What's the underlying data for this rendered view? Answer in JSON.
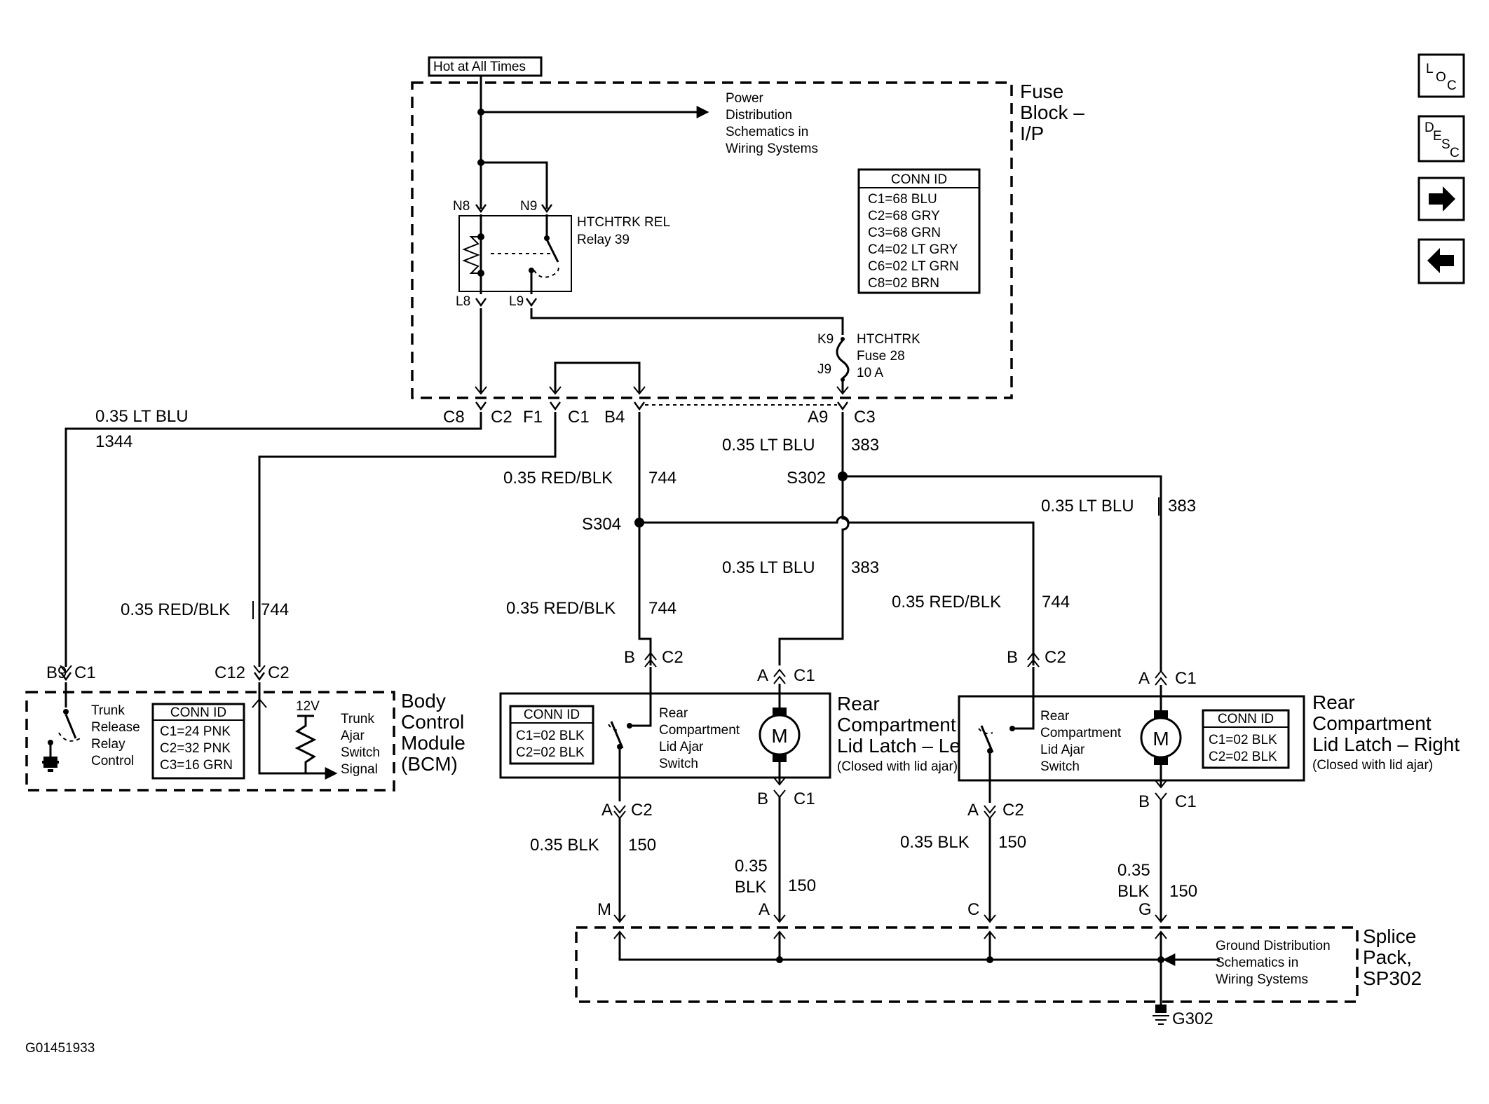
{
  "fuse_block": {
    "hot_label": "Hot at All Times",
    "power_ref": [
      "Power",
      "Distribution",
      "Schematics in",
      "Wiring Systems"
    ],
    "title": [
      "Fuse",
      "Block –",
      "I/P"
    ],
    "relay_name": "HTCHTRK REL",
    "relay_num": "Relay 39",
    "pins": {
      "n8": "N8",
      "n9": "N9",
      "l8": "L8",
      "l9": "L9",
      "k9": "K9",
      "j9": "J9"
    },
    "fuse_name": "HTCHTRK",
    "fuse_num": "Fuse 28",
    "fuse_amp": "10 A",
    "conn_title": "CONN ID",
    "conn_rows": [
      "C1=68 BLU",
      "C2=68 GRY",
      "C3=68 GRN",
      "C4=02 LT GRY",
      "C6=02 LT GRN",
      "C8=02 BRN"
    ]
  },
  "bottom_connectors": {
    "c8": "C8",
    "c2": "C2",
    "f1": "F1",
    "c1": "C1",
    "b4": "B4",
    "a9": "A9",
    "c3": "C3"
  },
  "wires": {
    "lt_blu_1344_color": "0.35 LT BLU",
    "lt_blu_1344_circuit": "1344",
    "red_blk_bcm_color": "0.35 RED/BLK",
    "red_blk_bcm_circuit": "744",
    "red_blk_top_color": "0.35 RED/BLK",
    "red_blk_top_circuit": "744",
    "lt_blu_top_color": "0.35 LT BLU",
    "lt_blu_top_circuit": "383",
    "lt_blu_right_color": "0.35 LT BLU",
    "lt_blu_right_circuit": "383",
    "lt_blu_mid_color": "0.35 LT BLU",
    "lt_blu_mid_circuit": "383",
    "red_blk_left_color": "0.35 RED/BLK",
    "red_blk_left_circuit": "744",
    "red_blk_right_color": "0.35 RED/BLK",
    "red_blk_right_circuit": "744",
    "blk_ll_color": "0.35 BLK",
    "blk_ll_circuit": "150",
    "blk_lr_size": "0.35",
    "blk_lr_color": "BLK",
    "blk_lr_circuit": "150",
    "blk_rl_color": "0.35 BLK",
    "blk_rl_circuit": "150",
    "blk_rr_size": "0.35",
    "blk_rr_color": "BLK",
    "blk_rr_circuit": "150"
  },
  "splices": {
    "s302": "S302",
    "s304": "S304"
  },
  "bcm": {
    "title": [
      "Body",
      "Control",
      "Module",
      "(BCM)"
    ],
    "pin_b9": "B9",
    "conn_b9": "C1",
    "pin_c12": "C12",
    "conn_c12": "C2",
    "trunk_release": [
      "Trunk",
      "Release",
      "Relay",
      "Control"
    ],
    "conn_title": "CONN ID",
    "conn_rows": [
      "C1=24 PNK",
      "C2=32 PNK",
      "C3=16 GRN"
    ],
    "voltage": "12V",
    "ajar_signal": [
      "Trunk",
      "Ajar",
      "Switch",
      "Signal"
    ]
  },
  "latch_left": {
    "title": [
      "Rear",
      "Compartment",
      "Lid Latch – Left"
    ],
    "note": "(Closed with lid ajar)",
    "switch_label": [
      "Rear",
      "Compartment",
      "Lid Ajar",
      "Switch"
    ],
    "conn_title": "CONN ID",
    "conn_rows": [
      "C1=02 BLK",
      "C2=02 BLK"
    ],
    "motor": "M",
    "pin_b_top": "B",
    "conn_b_top": "C2",
    "pin_a_top": "A",
    "conn_a_top": "C1",
    "pin_a_bot": "A",
    "conn_a_bot": "C2",
    "pin_b_bot": "B",
    "conn_b_bot": "C1"
  },
  "latch_right": {
    "title": [
      "Rear",
      "Compartment",
      "Lid Latch – Right"
    ],
    "note": "(Closed with lid ajar)",
    "switch_label": [
      "Rear",
      "Compartment",
      "Lid Ajar",
      "Switch"
    ],
    "conn_title": "CONN ID",
    "conn_rows": [
      "C1=02 BLK",
      "C2=02 BLK"
    ],
    "motor": "M",
    "pin_b_top": "B",
    "conn_b_top": "C2",
    "pin_a_top": "A",
    "conn_a_top": "C1",
    "pin_a_bot": "A",
    "conn_a_bot": "C2",
    "pin_b_bot": "B",
    "conn_b_bot": "C1"
  },
  "splice_pack": {
    "title": [
      "Splice",
      "Pack,",
      "SP302"
    ],
    "pins": {
      "m": "M",
      "a": "A",
      "c": "C",
      "g": "G"
    },
    "ground_ref": [
      "Ground Distribution",
      "Schematics in",
      "Wiring Systems"
    ],
    "ground": "G302"
  },
  "figure_id": "G01451933",
  "nav": {
    "loc": {
      "l": "L",
      "o": "O",
      "c": "C"
    },
    "desc": {
      "d": "D",
      "e": "E",
      "s": "S",
      "c": "C"
    },
    "next_icon": "arrow-right-icon",
    "prev_icon": "arrow-left-icon"
  }
}
